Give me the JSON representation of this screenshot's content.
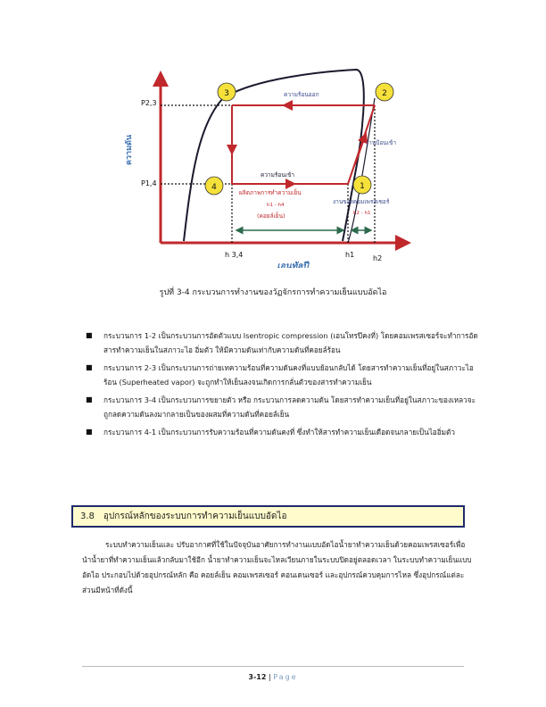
{
  "figure": {
    "axis_y_label": "ความดัน",
    "axis_x_label": "เอนทัลปี",
    "p23_label": "P2,3",
    "p14_label": "P1,4",
    "h34_label": "h 3,4",
    "h1_label": "h1",
    "h2_label": "h2",
    "point1": "1",
    "point2": "2",
    "point3": "3",
    "point4": "4",
    "heat_out": "ความร้อนออก",
    "heat_in": "ความร้อนเข้า",
    "work_in": "งานป้อนเข้า",
    "refrigeration_effect": "ผลิตภาพการทำความเย็น",
    "h_diff_evap": "h1 - h4",
    "evaporator": "(คอยล์เย็น)",
    "compressor_work": "งานของคอมเพรสเซอร์",
    "h_diff_comp": "h2 - h1",
    "colors": {
      "curve": "#1a1a2e",
      "cycle": "#c0282c",
      "arrow": "#2e6b4e",
      "marker": "#f5e13a",
      "axis": "#c0282c"
    }
  },
  "caption": "รูปที่ 3-4 กระบวนการทำงานของวัฏจักรการทำความเย็นแบบอัดไอ",
  "bullets": [
    "กระบวนการ 1-2 เป็นกระบวนการอัดตัวแบบ Isentropic compression (เอนโทรปีคงที่) โดยคอมเพรสเซอร์จะทำการอัดสารทำความเย็นในสภาวะไอ อิ่มตัว ให้มีความดันเท่ากับความดันที่คอยล์ร้อน",
    "กระบวนการ 2-3 เป็นกระบวนการถ่ายเทความร้อนที่ความดันคงที่แบบย้อนกลับได้ โดยสารทำความเย็นที่อยู่ในสภาวะไอร้อน (Superheated vapor) จะถูกทำให้เย็นลงจนเกิดการกลั่นตัวของสารทำความเย็น",
    "กระบวนการ 3-4 เป็นกระบวนการขยายตัว หรือ กระบวนการลดความดัน โดยสารทำความเย็นที่อยู่ในสภาวะของเหลวจะถูกลดความดันลงมากลายเป็นของผสมที่ความดันที่คอยล์เย็น",
    "กระบวนการ 4-1 เป็นกระบวนการรับความร้อนที่ความดันคงที่ ซึ่งทำให้สารทำความเย็นเดือดจนกลายเป็นไออิ่มตัว"
  ],
  "section": {
    "number": "3.8",
    "title": "อุปกรณ์หลักของระบบการทำความเย็นแบบอัดไอ"
  },
  "paragraph": "ระบบทำความเย็นและ ปรับอากาศที่ใช้ในปัจจุบันอาศัยการทำงานแบบอัดไอน้ำยาทำความเย็นด้วยคอมเพรสเซอร์เพื่อนำน้ำยาที่ทำความเย็นแล้วกลับมาใช้อีก น้ำยาทำความเย็นจะไหลเวียนภายในระบบปิดอยู่ตลอดเวลา ในระบบทำความเย็นแบบอัดไอ ประกอบไปด้วยอุปกรณ์หลัก คือ คอยล์เย็น คอมเพรสเซอร์ คอนเดนเซอร์ และอุปกรณ์ควบคุมการไหล ซึ่งอุปกรณ์แต่ละส่วนมีหน้าที่ดังนี้",
  "footer": {
    "page": "3-12",
    "sep": " | ",
    "word": "Page"
  }
}
